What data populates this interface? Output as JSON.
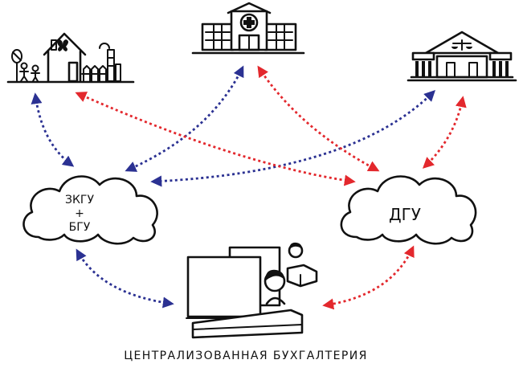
{
  "nodes": {
    "zkgu_line1": "ЗКГУ",
    "zkgu_line2": "+",
    "zkgu_line3": "БГУ",
    "dgu": "ДГУ"
  },
  "caption": "ЦЕНТРАЛИЗОВАННАЯ БУХГАЛТЕРИЯ",
  "colors": {
    "blue_arrows": "#2b3192",
    "red_arrows": "#e3282d",
    "ink": "#111111"
  },
  "icons": [
    "school-icon",
    "hospital-icon",
    "court-building-icon",
    "accountant-workstation-icon"
  ]
}
